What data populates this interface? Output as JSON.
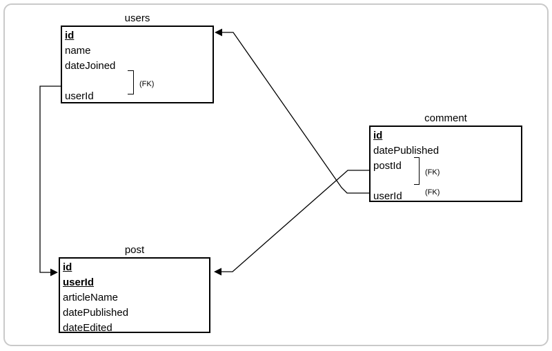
{
  "canvas": {
    "background_color": "#ffffff",
    "frame_border_color": "#c9c9c9",
    "line_color": "#000000"
  },
  "entities": {
    "users": {
      "title": "users",
      "fields": [
        "id",
        "name",
        "dateJoined",
        "",
        "userId"
      ],
      "primary_keys": [
        "id"
      ],
      "fk_label": "(FK)"
    },
    "comment": {
      "title": "comment",
      "fields": [
        "id",
        "datePublished",
        "postId",
        "",
        "userId"
      ],
      "primary_keys": [
        "id"
      ],
      "fk_labels": [
        "(FK)",
        "(FK)"
      ]
    },
    "post": {
      "title": "post",
      "fields": [
        "id",
        "userId",
        "articleName",
        "datePublished",
        "dateEdited"
      ],
      "primary_keys": [
        "id",
        "userId"
      ]
    }
  },
  "relations": [
    {
      "from": "comment.userId",
      "to": "users",
      "arrow": "into users right edge"
    },
    {
      "from": "comment.postId",
      "to": "post",
      "arrow": "into post right edge"
    },
    {
      "from": "users.userId",
      "to": "post",
      "arrow": "into post left edge"
    }
  ]
}
